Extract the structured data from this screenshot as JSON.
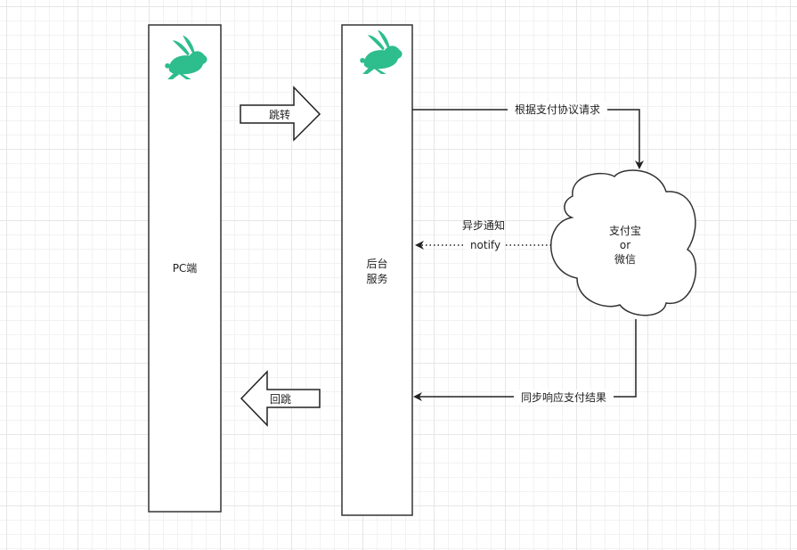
{
  "nodes": {
    "pc": {
      "label": "PC端"
    },
    "backend": {
      "line1": "后台",
      "line2": "服务"
    },
    "cloud": {
      "line1": "支付宝",
      "line2": "or",
      "line3": "微信"
    }
  },
  "arrows": {
    "jump": {
      "label": "跳转"
    },
    "back_jump": {
      "label": "回跳"
    }
  },
  "edges": {
    "request": {
      "label": "根据支付协议请求"
    },
    "async_notify": {
      "label": "异步通知",
      "sublabel": "notify"
    },
    "sync_response": {
      "label": "同步响应支付结果"
    }
  },
  "icons": {
    "logo": "rabbit-logo-icon"
  },
  "colors": {
    "logo": "#2ebd8c",
    "stroke": "#333333",
    "arrow": "#222222"
  }
}
